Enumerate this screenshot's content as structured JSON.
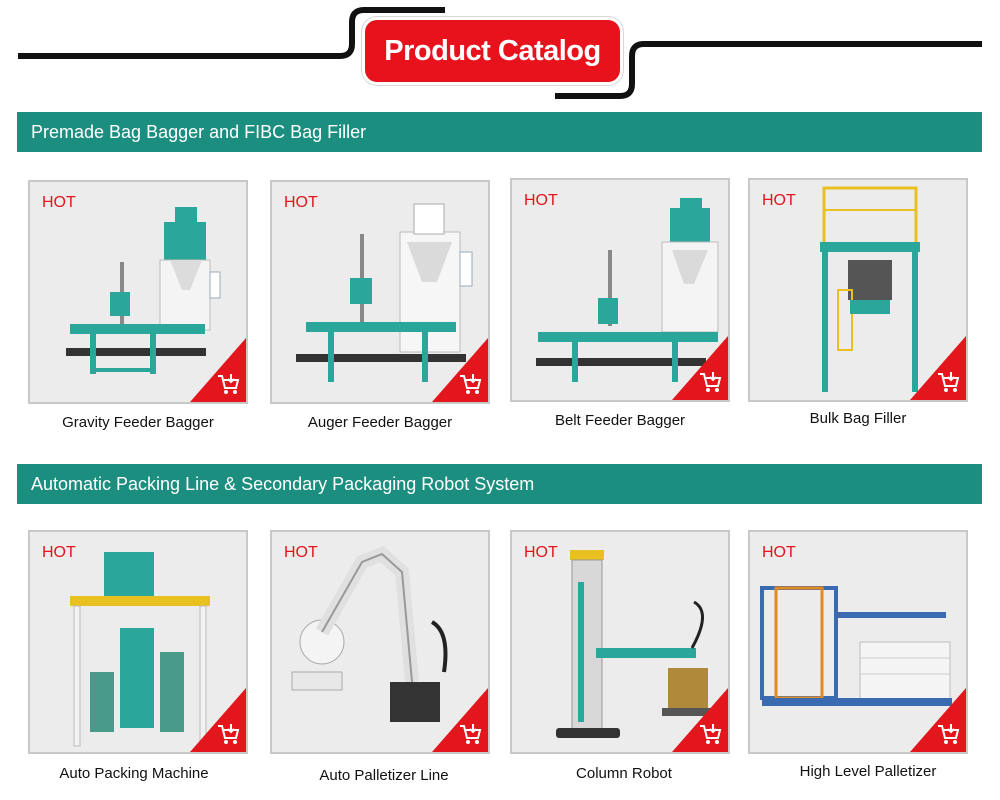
{
  "title": "Product Catalog",
  "sections": [
    {
      "heading": "Premade Bag Bagger and FIBC Bag Filler",
      "products": [
        {
          "badge": "HOT",
          "name": "Gravity Feeder Bagger"
        },
        {
          "badge": "HOT",
          "name": "Auger Feeder Bagger"
        },
        {
          "badge": "HOT",
          "name": "Belt Feeder Bagger"
        },
        {
          "badge": "HOT",
          "name": "Bulk Bag Filler"
        }
      ]
    },
    {
      "heading": "Automatic Packing Line & Secondary Packaging Robot System",
      "products": [
        {
          "badge": "HOT",
          "name": "Auto Packing Machine"
        },
        {
          "badge": "HOT",
          "name": "Auto Palletizer Line"
        },
        {
          "badge": "HOT",
          "name": "Column Robot"
        },
        {
          "badge": "HOT",
          "name": "High Level Palletizer"
        }
      ]
    }
  ],
  "icons": {
    "corner": "shopping-cart-icon"
  },
  "colors": {
    "accent": "#e8121c",
    "section": "#1c8e80",
    "machine_teal": "#2aa69a"
  }
}
